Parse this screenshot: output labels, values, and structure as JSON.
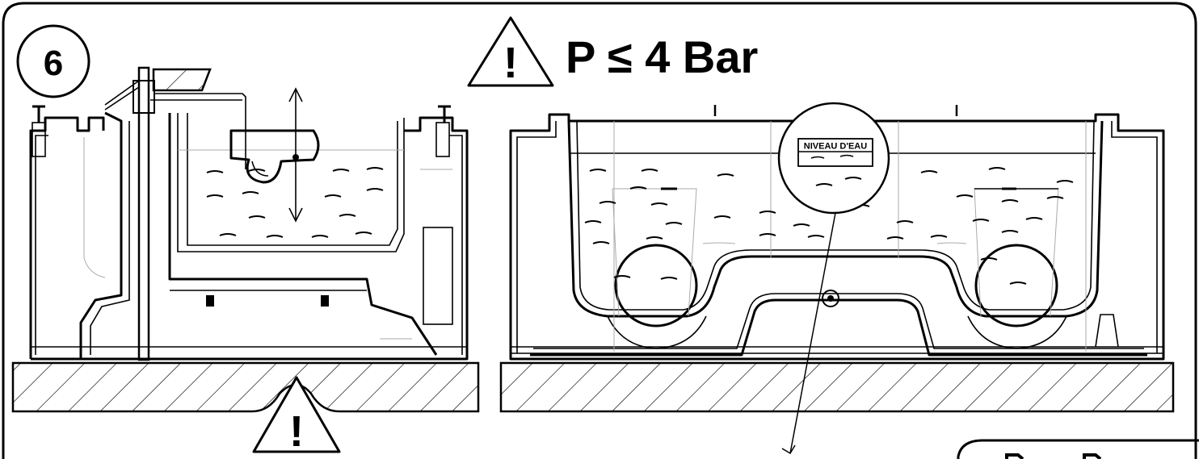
{
  "diagram": {
    "step_number": "6",
    "pressure_label": "P ≤ 4 Bar",
    "warning_mark": "!",
    "water_level_label": "NIVEAU D'EAU"
  }
}
